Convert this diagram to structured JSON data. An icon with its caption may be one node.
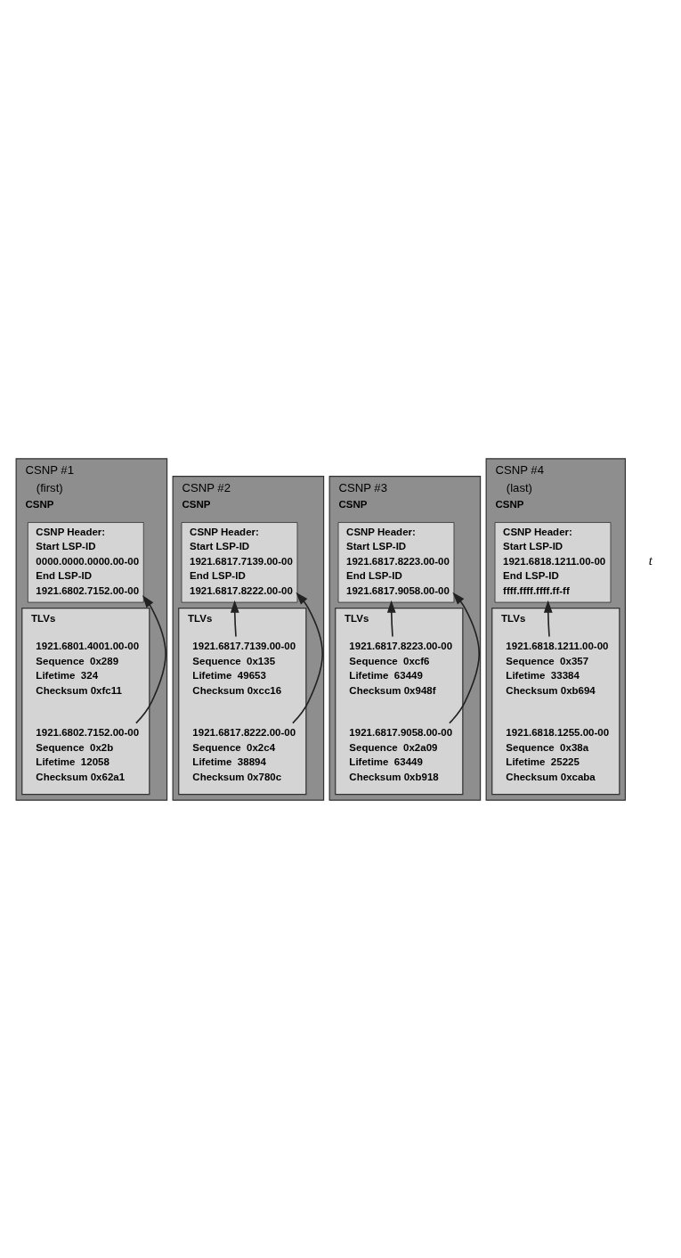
{
  "diagram": {
    "nodes": [
      {
        "text": [
          "CSNP"
        ],
        "beside": [
          "CSNP #1",
          "(first)"
        ]
      },
      {
        "text": [
          "CSNP Header:",
          "Start LSP-ID",
          "0000.0000.0000.00-00",
          "End LSP-ID",
          "1921.6802.7152.00-00"
        ],
        "in": 0
      },
      {
        "text": [
          "TLVs"
        ],
        "in": 0
      },
      {
        "text": [
          "1921.6801.4001.00-00",
          "Sequence  0x289",
          "Lifetime  324",
          "Checksum 0xfc11"
        ],
        "in": 2
      },
      {
        "text": [
          "1921.6802.7152.00-00",
          "Sequence  0x2b",
          "Lifetime  12058",
          "Checksum 0x62a1"
        ],
        "in": 2
      },
      {
        "text": [
          "CSNP"
        ],
        "beside": [
          "CSNP #2"
        ]
      },
      {
        "text": [
          "CSNP Header:",
          "Start LSP-ID",
          "1921.6817.7139.00-00",
          "End LSP-ID",
          "1921.6817.8222.00-00"
        ],
        "in": 5
      },
      {
        "text": [
          "TLVs"
        ],
        "in": 5
      },
      {
        "text": [
          "1921.6817.7139.00-00",
          "Sequence  0x135",
          "Lifetime  49653",
          "Checksum 0xcc16"
        ],
        "in": 7
      },
      {
        "text": [
          "1921.6817.8222.00-00",
          "Sequence  0x2c4",
          "Lifetime  38894",
          "Checksum 0x780c"
        ],
        "in": 7
      },
      {
        "text": [
          "CSNP"
        ],
        "beside": [
          "CSNP #3"
        ]
      },
      {
        "text": [
          "CSNP Header:",
          "Start LSP-ID",
          "1921.6817.8223.00-00",
          "End LSP-ID",
          "1921.6817.9058.00-00"
        ],
        "in": 10
      },
      {
        "text": [
          "TLVs"
        ],
        "in": 10
      },
      {
        "text": [
          "1921.6817.8223.00-00",
          "Sequence  0xcf6",
          "Lifetime  63449",
          "Checksum 0x948f"
        ],
        "in": 12
      },
      {
        "text": [
          "1921.6817.9058.00-00",
          "Sequence  0x2a09",
          "Lifetime  63449",
          "Checksum 0xb918"
        ],
        "in": 12
      },
      {
        "text": [
          "CSNP"
        ],
        "beside": [
          "CSNP #4",
          "(last)"
        ]
      },
      {
        "text": [
          "CSNP Header:",
          "Start LSP-ID",
          "1921.6818.1211.00-00",
          "End LSP-ID",
          "ffff.ffff.ffff.ff-ff"
        ],
        "in": 15
      },
      {
        "text": [
          "TLVs"
        ],
        "in": 15
      },
      {
        "text": [
          "1921.6818.1211.00-00",
          "Sequence  0x357",
          "Lifetime  33384",
          "Checksum 0xb694"
        ],
        "in": 17
      },
      {
        "text": [
          "1921.6818.1255.00-00",
          "Sequence  0x38a",
          "Lifetime  25225",
          "Checksum 0xcaba"
        ],
        "in": 17
      }
    ],
    "edges": [
      {
        "from": 4,
        "to": 1,
        "arrow": "to"
      },
      {
        "from": 8,
        "to": 6,
        "arrow": "to"
      },
      {
        "from": 9,
        "to": 6,
        "arrow": "to"
      },
      {
        "from": 13,
        "to": 11,
        "arrow": "to"
      },
      {
        "from": 14,
        "to": 11,
        "arrow": "to"
      },
      {
        "from": 18,
        "to": 16,
        "arrow": "to"
      }
    ],
    "labels": [
      "t"
    ]
  }
}
